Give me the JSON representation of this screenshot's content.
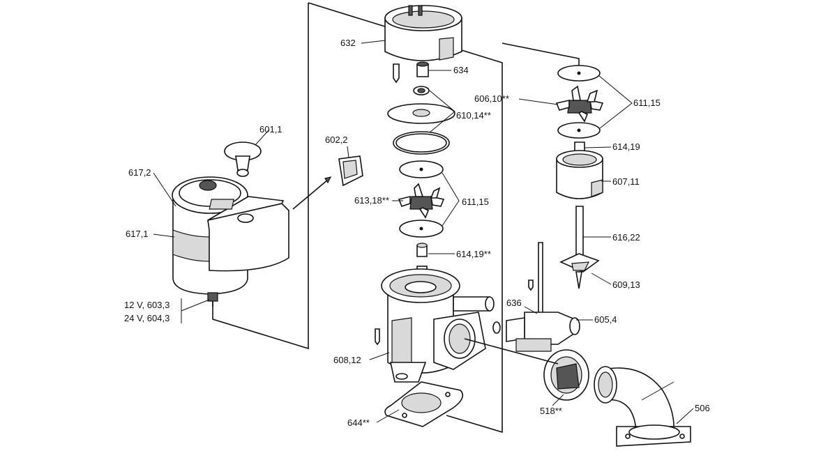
{
  "labels": {
    "l632": "632",
    "l634": "634",
    "l610_14": "610,14**",
    "l606_10": "606,10**",
    "l611_15_top": "611,15",
    "l614_19_top": "614,19",
    "l607_11": "607,11",
    "l616_22": "616,22",
    "l609_13": "609,13",
    "l601_1": "601,1",
    "l602_2": "602,2",
    "l617_2": "617,2",
    "l617_1": "617,1",
    "l613_18": "613,18**",
    "l611_15_mid": "611,15",
    "l614_19_mid": "614,19**",
    "l636": "636",
    "l605_4": "605,4",
    "l12v": "12 V, 603,3",
    "l24v": "24 V, 604,3",
    "l608_12": "608,12",
    "l518": "518**",
    "l506": "506",
    "l644": "644**"
  }
}
